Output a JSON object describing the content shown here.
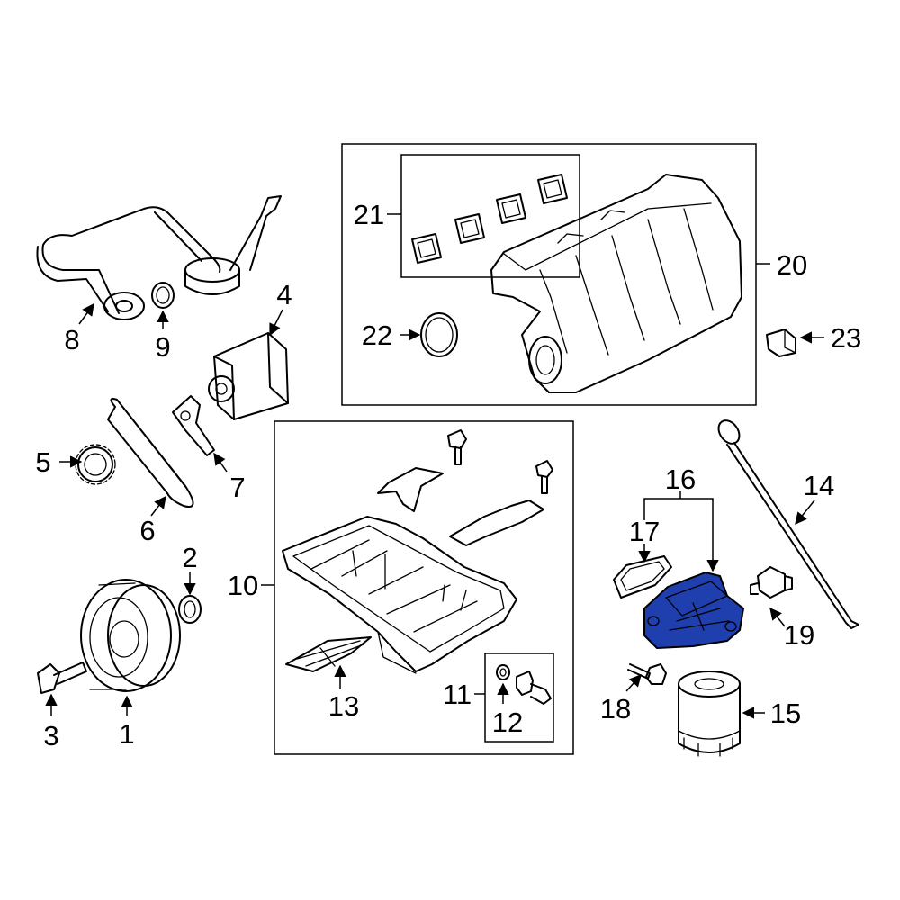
{
  "diagram": {
    "highlight_color": "#1f3fae",
    "callouts": [
      "1",
      "2",
      "3",
      "4",
      "5",
      "6",
      "7",
      "8",
      "9",
      "10",
      "11",
      "12",
      "13",
      "14",
      "15",
      "16",
      "17",
      "18",
      "19",
      "20",
      "21",
      "22",
      "23"
    ]
  }
}
